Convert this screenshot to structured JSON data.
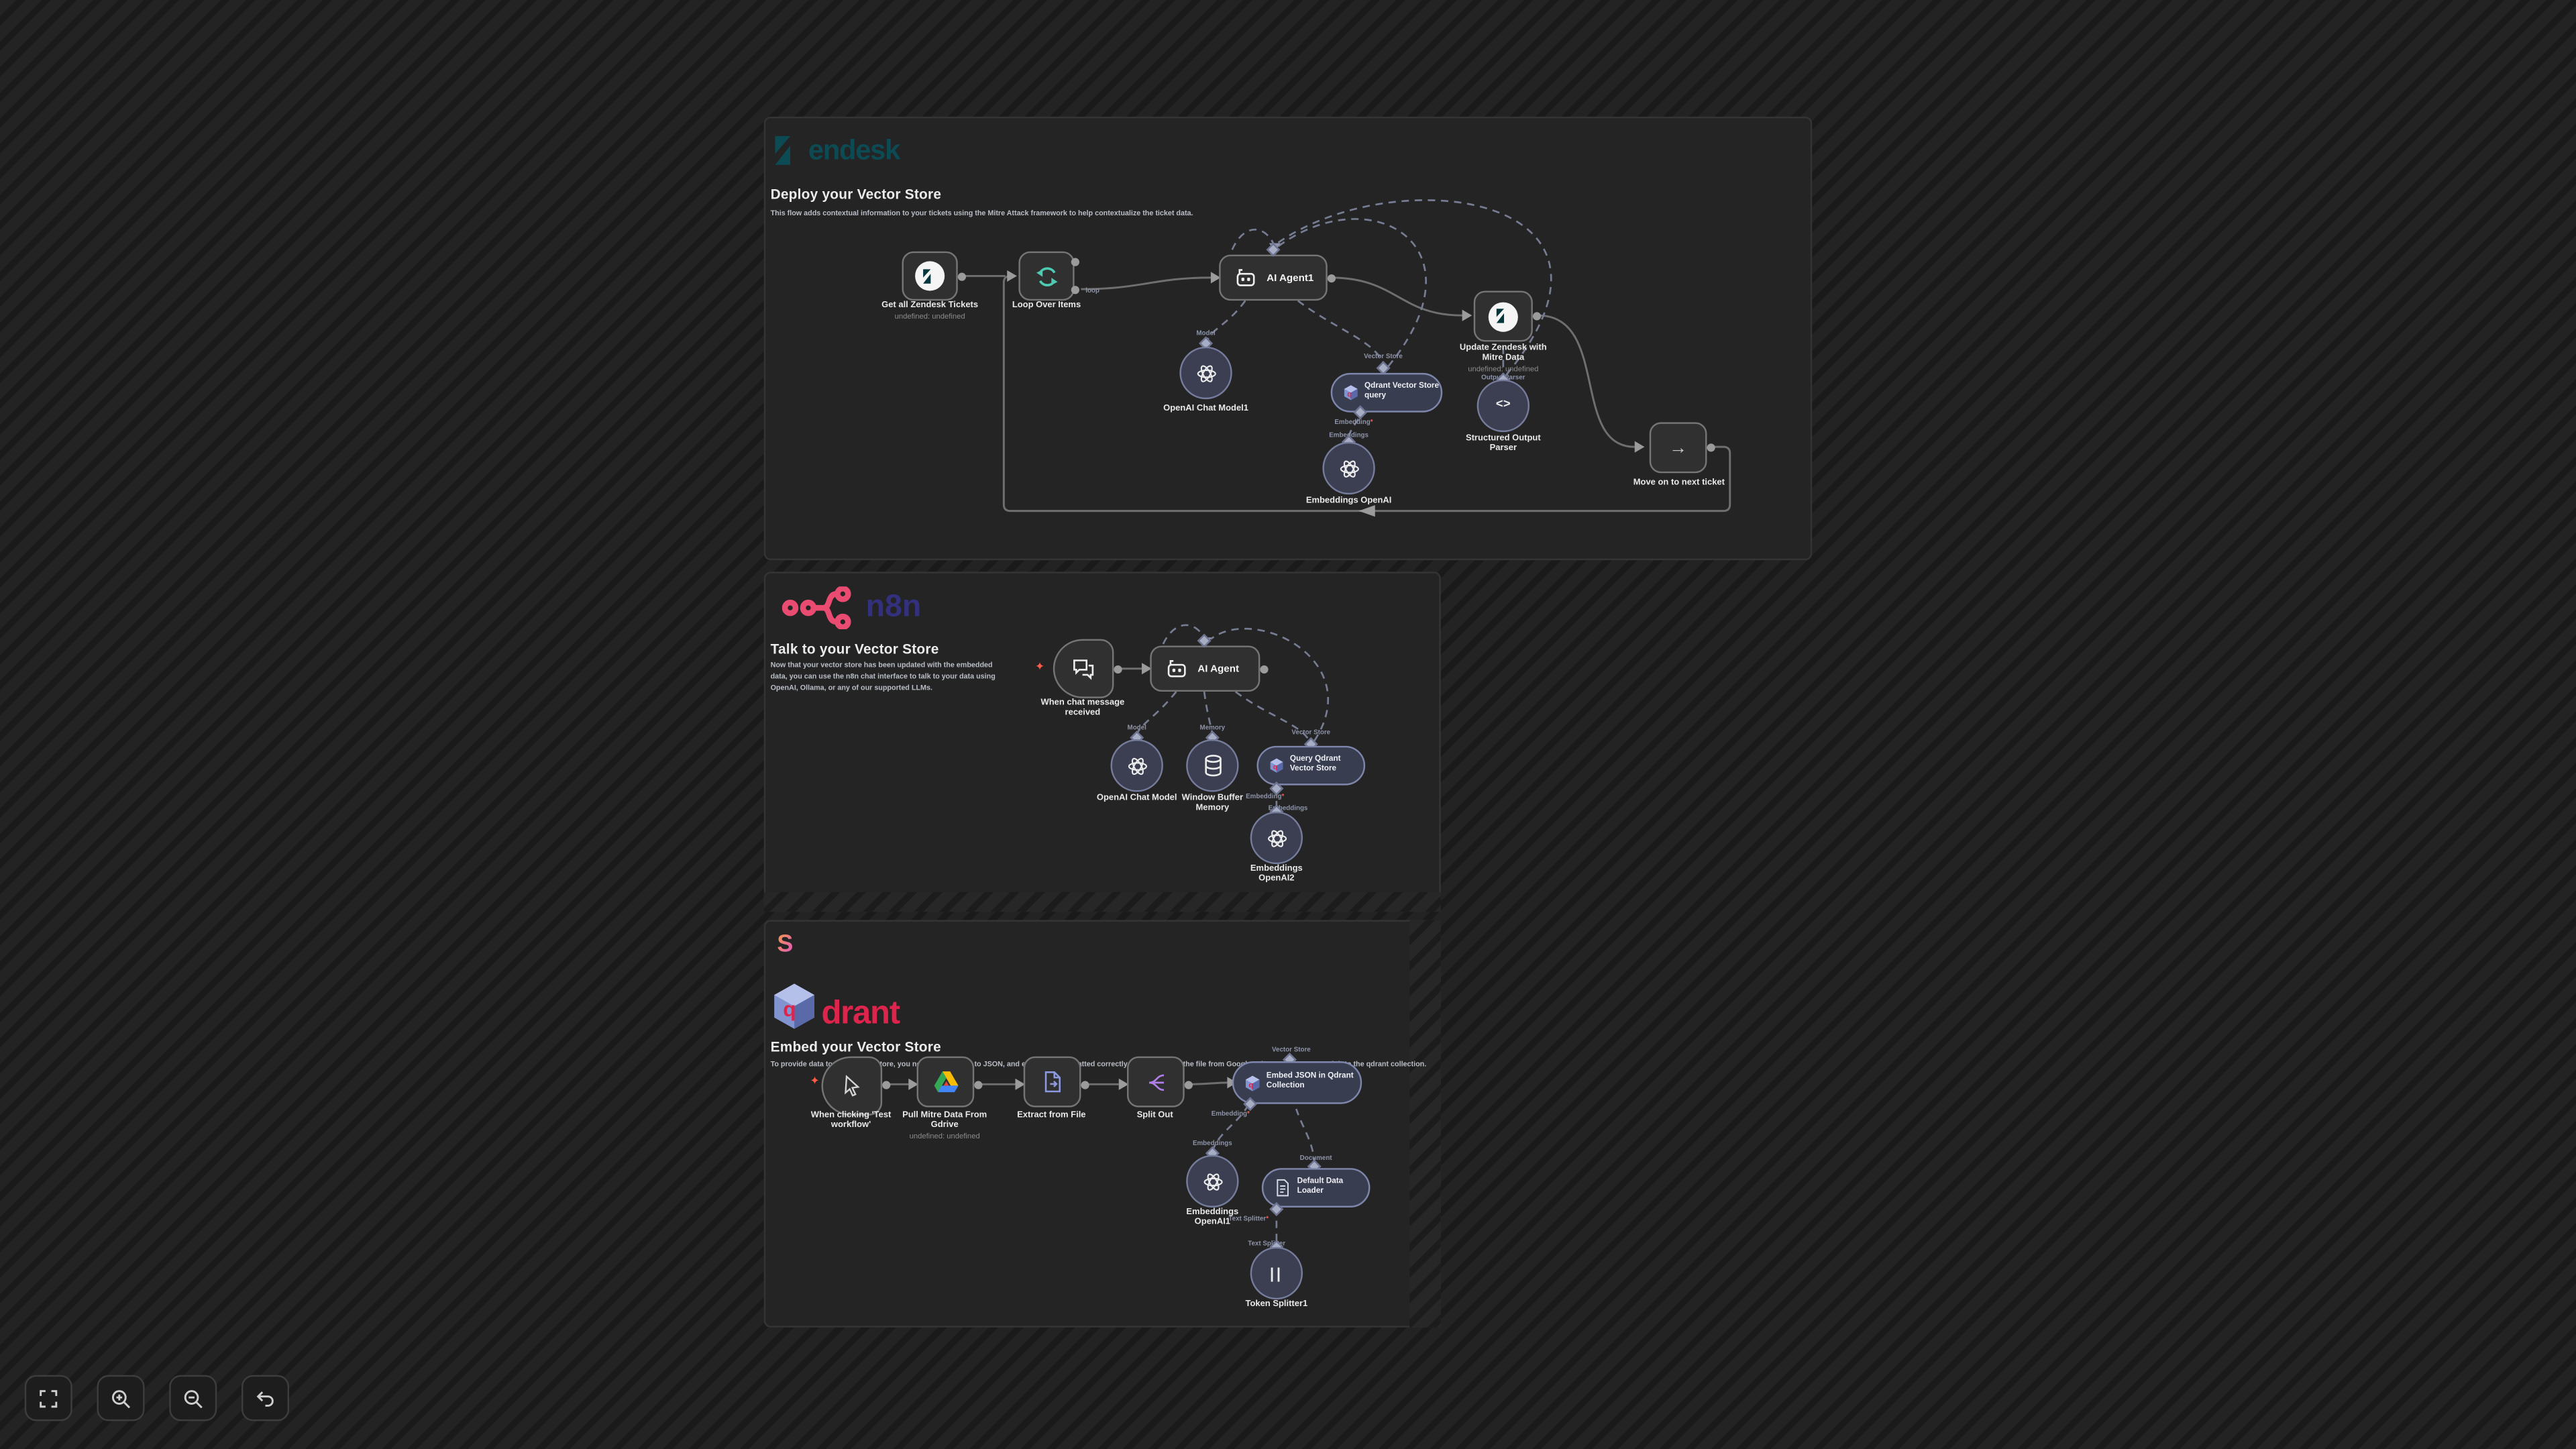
{
  "canvas": {
    "background": "#1f1f1f",
    "stripe_color": "#1a1a1a",
    "sticky_note_color": "#242424",
    "wire_color": "#6f6f6f",
    "dashed_wire_color": "#7a8096"
  },
  "colors": {
    "zendesk_teal": "#0d4b54",
    "n8n_pink": "#ea4b71",
    "n8n_wordmark_navy": "#33307e",
    "qdrant_red": "#dc244c",
    "loop_teal": "#4ecbb3",
    "trigger_spark_red": "#ff5c49",
    "required_star_red": "#ff5a52"
  },
  "s1": {
    "brand": "zendesk",
    "wordmark": "endesk",
    "title": "Deploy your Vector Store",
    "desc": "This flow adds contextual information to your tickets using the Mitre Attack framework to help contextualize the ticket data.",
    "nodes": {
      "get": {
        "label": "Get all Zendesk Tickets",
        "sub": "undefined: undefined"
      },
      "loop": {
        "label": "Loop Over Items",
        "port": "loop"
      },
      "agent": {
        "label": "AI Agent1"
      },
      "model": {
        "label": "OpenAI Chat Model1",
        "port": "Model"
      },
      "qdrant": {
        "label": "Qdrant Vector Store query",
        "port_top": "Vector Store",
        "port_bottom": "Embedding*"
      },
      "embeddings": {
        "label": "Embeddings OpenAI",
        "port": "Embeddings"
      },
      "update": {
        "label": "Update Zendesk with Mitre Data",
        "sub": "undefined: undefined",
        "port": "Output Parser"
      },
      "parser": {
        "label": "Structured Output Parser"
      },
      "next": {
        "label": "Move on to next ticket"
      }
    }
  },
  "s2": {
    "brand": "n8n",
    "wordmark": "n8n",
    "title": "Talk to your Vector Store",
    "desc": "Now that your vector store has been updated with the embedded data, you can use the n8n chat interface to talk to your data using OpenAI, Ollama, or any of our supported LLMs.",
    "nodes": {
      "chat": {
        "label": "When chat message received"
      },
      "agent": {
        "label": "AI Agent"
      },
      "model": {
        "label": "OpenAI Chat Model",
        "port": "Model"
      },
      "memory": {
        "label": "Window Buffer Memory",
        "port": "Memory"
      },
      "qdrant": {
        "label": "Query Qdrant Vector Store",
        "port_top": "Vector Store",
        "port_bottom": "Embedding*"
      },
      "embeddings": {
        "label": "Embeddings OpenAI2",
        "port": "Embeddings"
      }
    }
  },
  "s3": {
    "brand": "qdrant",
    "wordmark": "drant",
    "title": "Embed your Vector Store",
    "desc": "To provide data to your vector store, you need to convert it to JSON, and ensure it is formatted correctly. This flow pulls the file from Google Drive and then passes it into the qdrant collection.",
    "nodes": {
      "trigger": {
        "label": "When clicking 'Test workflow'"
      },
      "gdrive": {
        "label": "Pull Mitre Data From Gdrive",
        "sub": "undefined: undefined"
      },
      "extract": {
        "label": "Extract from File"
      },
      "split": {
        "label": "Split Out"
      },
      "embed": {
        "label": "Embed JSON in Qdrant Collection",
        "port_top": "Vector Store",
        "port_bottom": "Embedding*"
      },
      "embeddings": {
        "label": "Embeddings OpenAI1",
        "port": "Embeddings"
      },
      "loader": {
        "label": "Default Data Loader",
        "port_top": "Document",
        "port_bottom": "Text Splitter*"
      },
      "splitter": {
        "label": "Token Splitter1",
        "port": "Text Splitter"
      }
    }
  },
  "toolbar": {
    "buttons": [
      {
        "name": "fit-view"
      },
      {
        "name": "zoom-in"
      },
      {
        "name": "zoom-out"
      },
      {
        "name": "undo"
      }
    ]
  }
}
